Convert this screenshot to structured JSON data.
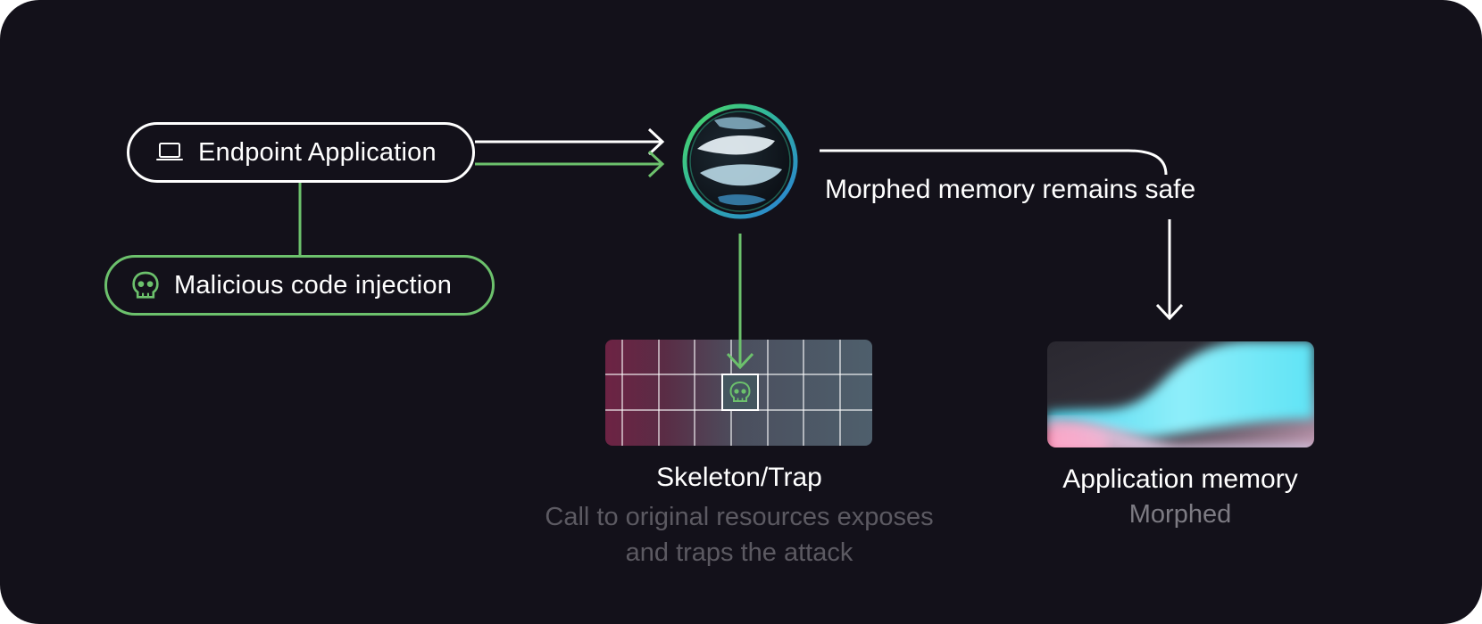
{
  "nodes": {
    "endpoint": {
      "label": "Endpoint Application",
      "icon": "laptop-icon"
    },
    "malicious": {
      "label": "Malicious code injection",
      "icon": "skull-icon"
    },
    "morph_logo": {
      "icon": "morphing-globe-logo-icon"
    }
  },
  "labels": {
    "safe": "Morphed memory remains safe",
    "trap_title": "Skeleton/Trap",
    "trap_desc": "Call to original resources exposes and traps the attack",
    "memory_title": "Application memory",
    "memory_sub": "Morphed"
  },
  "colors": {
    "background": "#13111a",
    "accent_green": "#6cc16c",
    "line_white": "#ffffff",
    "muted_text": "#5c5a62",
    "trap_red": "#7a2a4e",
    "trap_slate": "#4a5e6a",
    "memory_cyan": "#5fe3f5",
    "memory_pink": "#ff4d7a"
  }
}
